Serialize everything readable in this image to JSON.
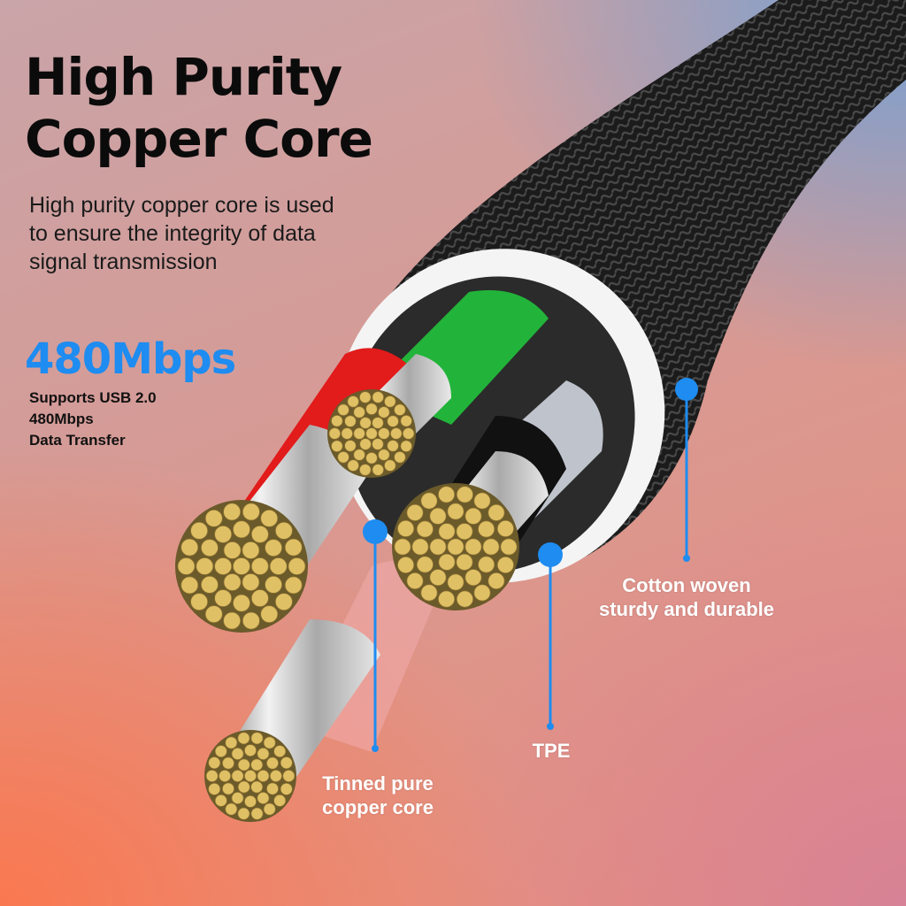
{
  "heading": {
    "line1": "High Purity",
    "line2": "Copper Core"
  },
  "description": {
    "line1": "High purity copper core is used",
    "line2": "to ensure the integrity of data",
    "line3": "signal transmission"
  },
  "speed": {
    "value": "480Mbps",
    "sub1": "Supports USB 2.0",
    "sub2": "480Mbps",
    "sub3": "Data Transfer"
  },
  "callouts": {
    "jacket": {
      "line1": "Cotton woven",
      "line2": "sturdy and durable"
    },
    "insulation": {
      "label": "TPE"
    },
    "core": {
      "line1": "Tinned pure",
      "line2": "copper core"
    }
  },
  "colors": {
    "accent": "#1e8cf0",
    "copper": "#e0c065",
    "red": "#e21b1b",
    "green": "#22b43a"
  }
}
